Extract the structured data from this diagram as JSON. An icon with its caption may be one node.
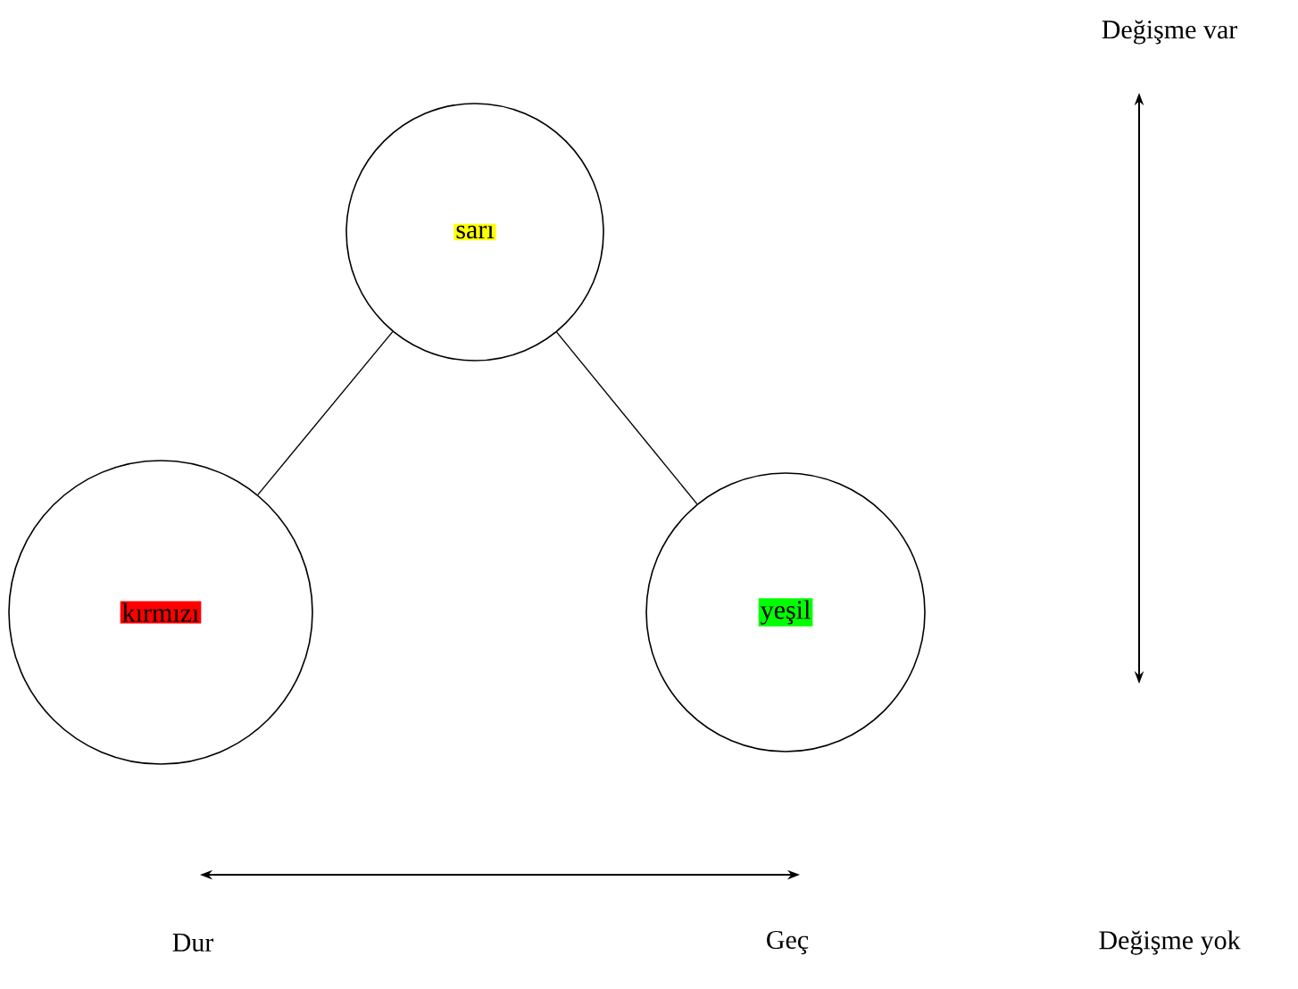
{
  "diagram": {
    "nodes": [
      {
        "text": [
          "sarı"
        ]
      },
      {
        "text": [
          "kırmızı"
        ]
      },
      {
        "text": [
          "yeşil"
        ]
      }
    ],
    "edges": [
      {
        "from": 0,
        "to": 1,
        "arrow": "none"
      },
      {
        "from": 0,
        "to": 2,
        "arrow": "none"
      }
    ],
    "labels": [
      "Değişme var",
      "Dur",
      "Geç",
      "Değişme yok"
    ]
  }
}
